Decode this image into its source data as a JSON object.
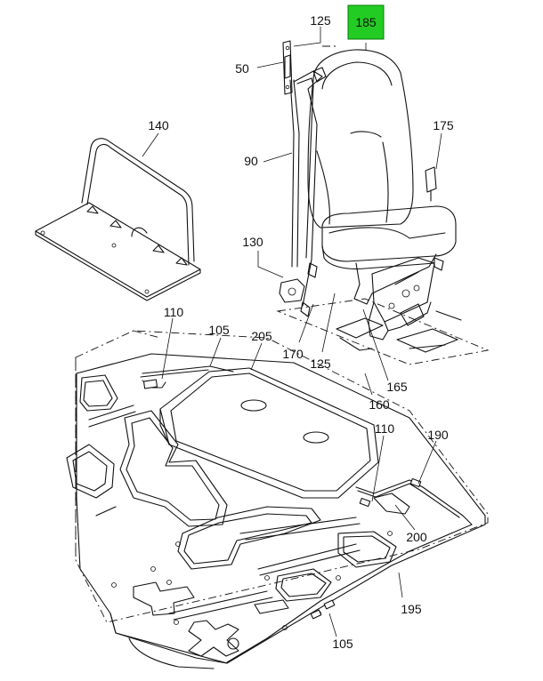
{
  "diagram": {
    "highlight_color": "#22cc22",
    "callouts": {
      "c185": "185",
      "c125_top": "125",
      "c50": "50",
      "c175": "175",
      "c140": "140",
      "c90": "90",
      "c130": "130",
      "c170": "170",
      "c125_mid": "125",
      "c165": "165",
      "c160": "160",
      "c110_left": "110",
      "c105_top": "105",
      "c205": "205",
      "c110_right": "110",
      "c190": "190",
      "c200": "200",
      "c195": "195",
      "c105_bottom": "105"
    }
  }
}
